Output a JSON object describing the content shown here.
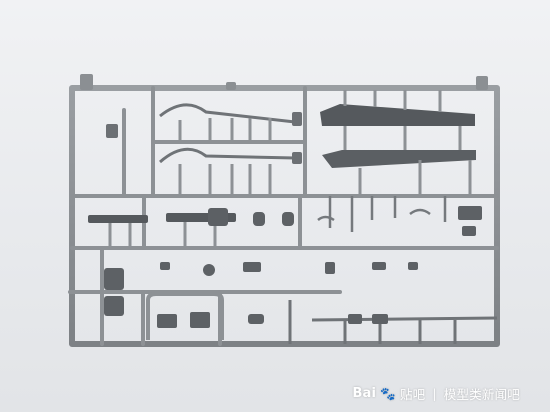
{
  "photo": {
    "subject": "model kit sprue",
    "colors": {
      "background": "#e9ebee",
      "plastic": "#8b8f93",
      "plastic_dark": "#5f6367",
      "plastic_light": "#a7abae"
    }
  },
  "watermark": {
    "logo_text": "Bai",
    "paw_glyph": "🐾",
    "forum_label": "贴吧",
    "separator": "|",
    "forum_name": "模型类新闻吧"
  }
}
